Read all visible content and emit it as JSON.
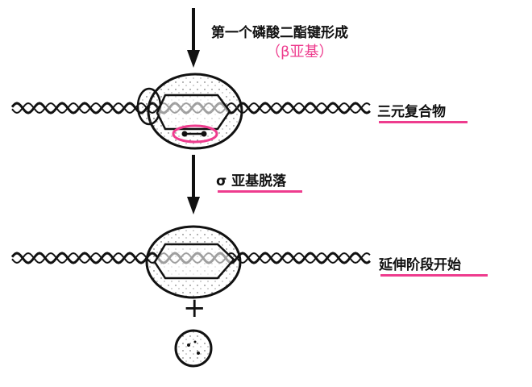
{
  "step1": {
    "title": "第一个磷酸二酯键形成",
    "subunit": "（β亚基）"
  },
  "complex1": {
    "label": "三元复合物"
  },
  "step2": {
    "label": "σ 亚基脱落"
  },
  "complex2": {
    "label": "延伸阶段开始"
  },
  "plus": "+",
  "colors": {
    "accent": "#ee3c8e",
    "ink": "#111111"
  }
}
